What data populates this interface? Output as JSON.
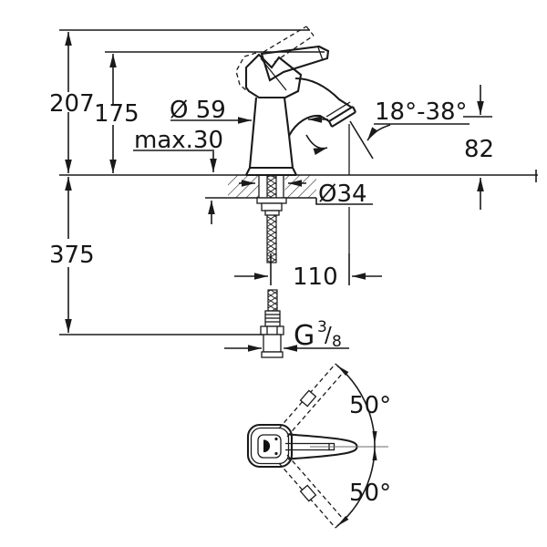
{
  "page": {
    "background": "#ffffff",
    "line_color": "#1a1a1a"
  },
  "front_view": {
    "dims": {
      "overall_height": "207",
      "body_height": "175",
      "base_diameter": "Ø 59",
      "max_mounting_thickness": "max.30",
      "spout_angle_range": "18°-38°",
      "spout_outlet_height": "82",
      "hole_diameter": "Ø34",
      "supply_depth": "375",
      "projection": "110",
      "thread": {
        "prefix": "G",
        "numerator": "3",
        "slash": "/",
        "denominator": "8"
      }
    }
  },
  "bottom_view": {
    "swivel_angle_upper": "50°",
    "swivel_angle_lower": "50°"
  }
}
